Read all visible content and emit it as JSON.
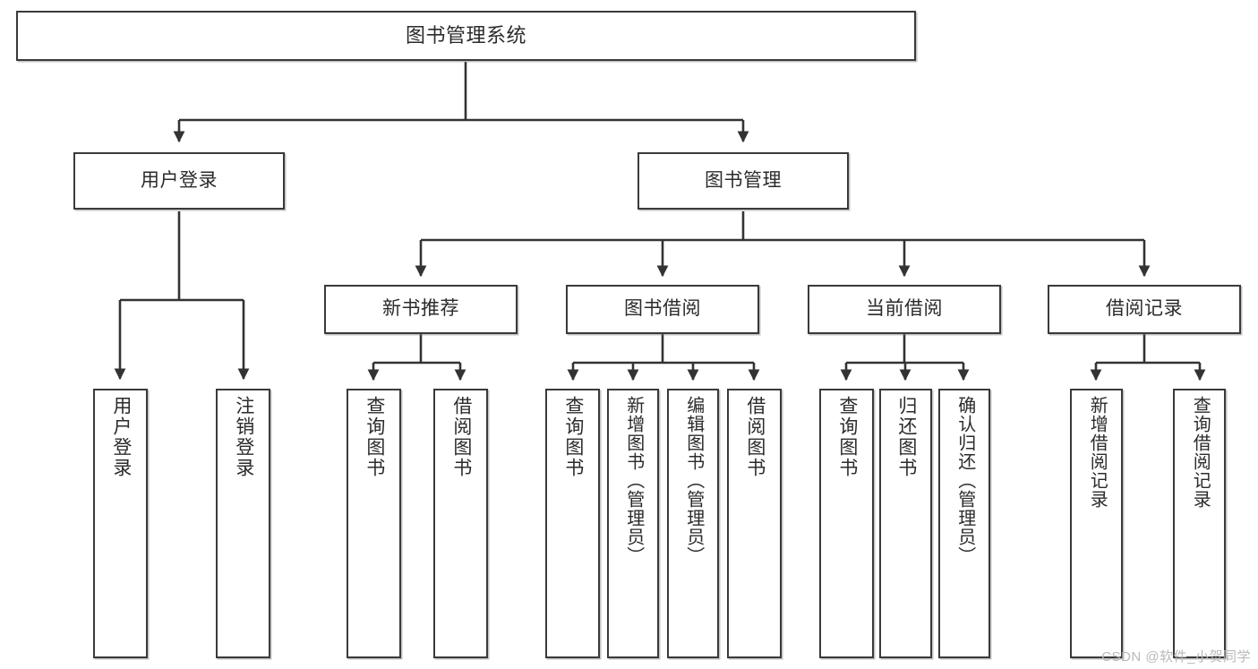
{
  "diagram": {
    "title": "图书管理系统",
    "type": "tree-hierarchy",
    "watermark": "CSDN @软件_小贺同学",
    "colors": {
      "stroke": "#3a3a3a",
      "fill": "#ffffff",
      "text": "#2b2b2b",
      "watermark": "#b9b9b9"
    },
    "root": {
      "label": "图书管理系统"
    },
    "level2": [
      {
        "label": "用户登录"
      },
      {
        "label": "图书管理"
      }
    ],
    "level3": [
      {
        "label": "新书推荐"
      },
      {
        "label": "图书借阅"
      },
      {
        "label": "当前借阅"
      },
      {
        "label": "借阅记录"
      }
    ],
    "leaves": {
      "user_login": [
        {
          "label": "用户登录"
        },
        {
          "label": "注销登录"
        }
      ],
      "new_book_recommend": [
        {
          "label": "查询图书"
        },
        {
          "label": "借阅图书"
        }
      ],
      "book_borrow": [
        {
          "label": "查询图书"
        },
        {
          "label": "新增图书（管理员）"
        },
        {
          "label": "编辑图书（管理员）"
        },
        {
          "label": "借阅图书"
        }
      ],
      "current_borrow": [
        {
          "label": "查询图书"
        },
        {
          "label": "归还图书"
        },
        {
          "label": "确认归还（管理员）"
        }
      ],
      "borrow_record": [
        {
          "label": "新增借阅记录"
        },
        {
          "label": "查询借阅记录"
        }
      ]
    }
  }
}
